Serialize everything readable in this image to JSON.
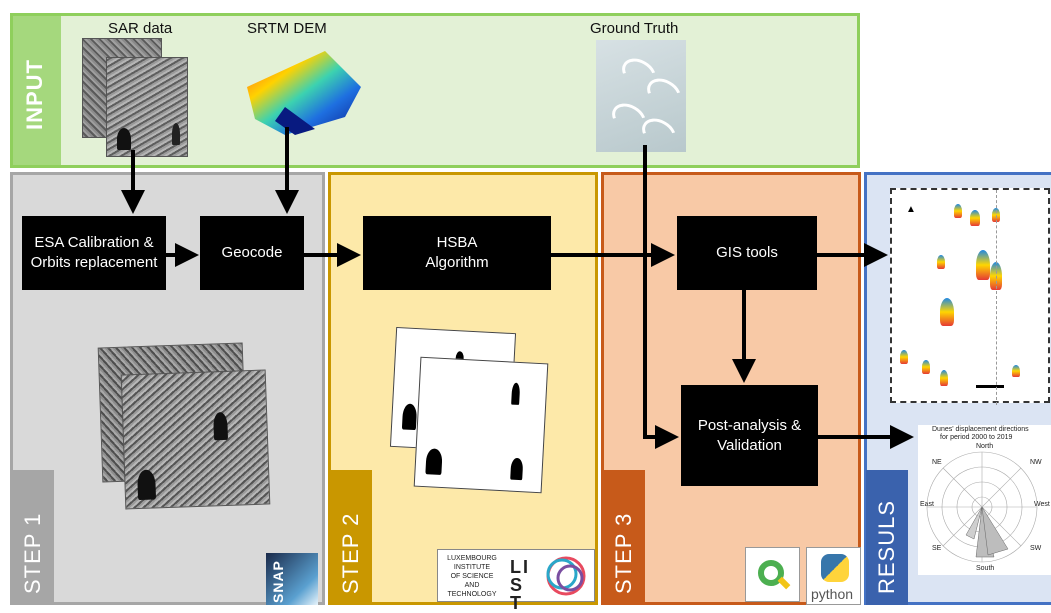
{
  "input": {
    "label": "INPUT",
    "sar_caption": "SAR data",
    "dem_caption": "SRTM DEM",
    "gt_caption": "Ground Truth"
  },
  "steps": [
    {
      "label": "STEP 1",
      "color": "#b0b0b0"
    },
    {
      "label": "STEP 2",
      "color": "#c99700"
    },
    {
      "label": "STEP 3",
      "color": "#c75a1a"
    }
  ],
  "results": {
    "label": "RESULS"
  },
  "process_boxes": {
    "calibration": "ESA Calibration & Orbits replacement",
    "geocode": "Geocode",
    "hsba": "HSBA Algorithm",
    "gis": "GIS tools",
    "post": "Post-analysis & Validation"
  },
  "logos": {
    "snap": "SNAP",
    "list_line1": "LUXEMBOURG",
    "list_line2": "INSTITUTE",
    "list_line3": "OF SCIENCE",
    "list_line4": "AND TECHNOLOGY",
    "list_mark": "LIST",
    "python": "python"
  },
  "rose_chart": {
    "title": "Dunes' displacement directions",
    "subtitle": "for period 2000 to 2019",
    "north": "North",
    "south": "South",
    "east": "East",
    "west": "West",
    "ne": "NE",
    "nw": "NW",
    "se": "SE",
    "sw": "SW"
  },
  "colors": {
    "input_bg": "#e3f1d6",
    "input_border": "#8fcf5c",
    "step1_bg": "#d9d9d9",
    "step2_bg": "#fde9a9",
    "step3_bg": "#f8c9a6",
    "results_bg": "#dbe4f3",
    "results_border": "#4472c4"
  }
}
